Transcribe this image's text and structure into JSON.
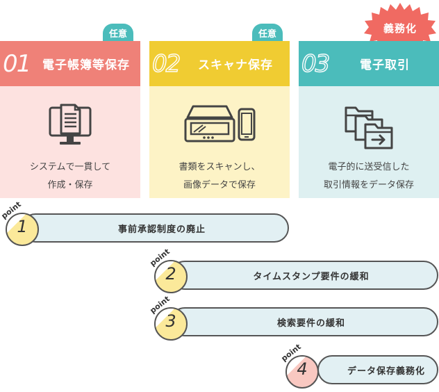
{
  "cards": [
    {
      "number": "01",
      "title": "電子帳簿等保存",
      "desc_line1": "システムで一貫して",
      "desc_line2": "作成・保存",
      "icon": "computer-document-icon"
    },
    {
      "number": "02",
      "title": "スキャナ保存",
      "desc_line1": "書類をスキャンし、",
      "desc_line2": "画像データで保存",
      "icon": "scanner-smartphone-icon"
    },
    {
      "number": "03",
      "title": "電子取引",
      "desc_line1": "電子的に送受信した",
      "desc_line2": "取引情報をデータ保存",
      "icon": "folder-transfer-icon"
    }
  ],
  "badges": {
    "optional_1": "任意",
    "optional_2": "任意",
    "mandatory": "義務化"
  },
  "points": [
    {
      "label": "point",
      "number": "1",
      "text": "事前承認制度の廃止"
    },
    {
      "label": "point",
      "number": "2",
      "text": "タイムスタンプ要件の緩和"
    },
    {
      "label": "point",
      "number": "3",
      "text": "検索要件の緩和"
    },
    {
      "label": "point",
      "number": "4",
      "text": "データ保存義務化"
    }
  ],
  "colors": {
    "red": "#ef8178",
    "yellow": "#f0cc32",
    "teal": "#4bbcbb",
    "burst": "#f06a62",
    "outline": "#555555"
  }
}
